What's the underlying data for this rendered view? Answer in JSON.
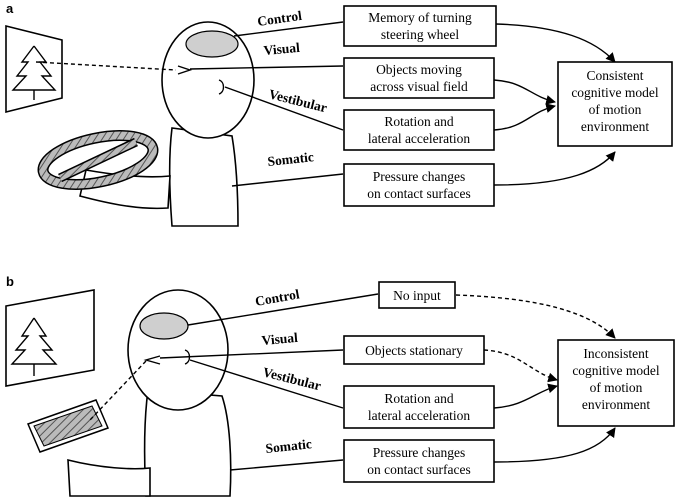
{
  "panels": [
    {
      "id": "a",
      "label": "a",
      "channels": {
        "control": "Control",
        "visual": "Visual",
        "vestibular": "Vestibular",
        "somatic": "Somatic"
      },
      "boxes": {
        "control": [
          "Memory of turning",
          "steering wheel"
        ],
        "visual": [
          "Objects moving",
          "across visual field"
        ],
        "vestibular": [
          "Rotation and",
          "lateral acceleration"
        ],
        "somatic": [
          "Pressure changes",
          "on contact surfaces"
        ]
      },
      "model": [
        "Consistent",
        "cognitive model",
        "of motion",
        "environment"
      ]
    },
    {
      "id": "b",
      "label": "b",
      "channels": {
        "control": "Control",
        "visual": "Visual",
        "vestibular": "Vestibular",
        "somatic": "Somatic"
      },
      "boxes": {
        "control": [
          "No input"
        ],
        "visual": [
          "Objects stationary"
        ],
        "vestibular": [
          "Rotation and",
          "lateral acceleration"
        ],
        "somatic": [
          "Pressure changes",
          "on contact surfaces"
        ]
      },
      "model": [
        "Inconsistent",
        "cognitive model",
        "of motion",
        "environment"
      ]
    }
  ]
}
